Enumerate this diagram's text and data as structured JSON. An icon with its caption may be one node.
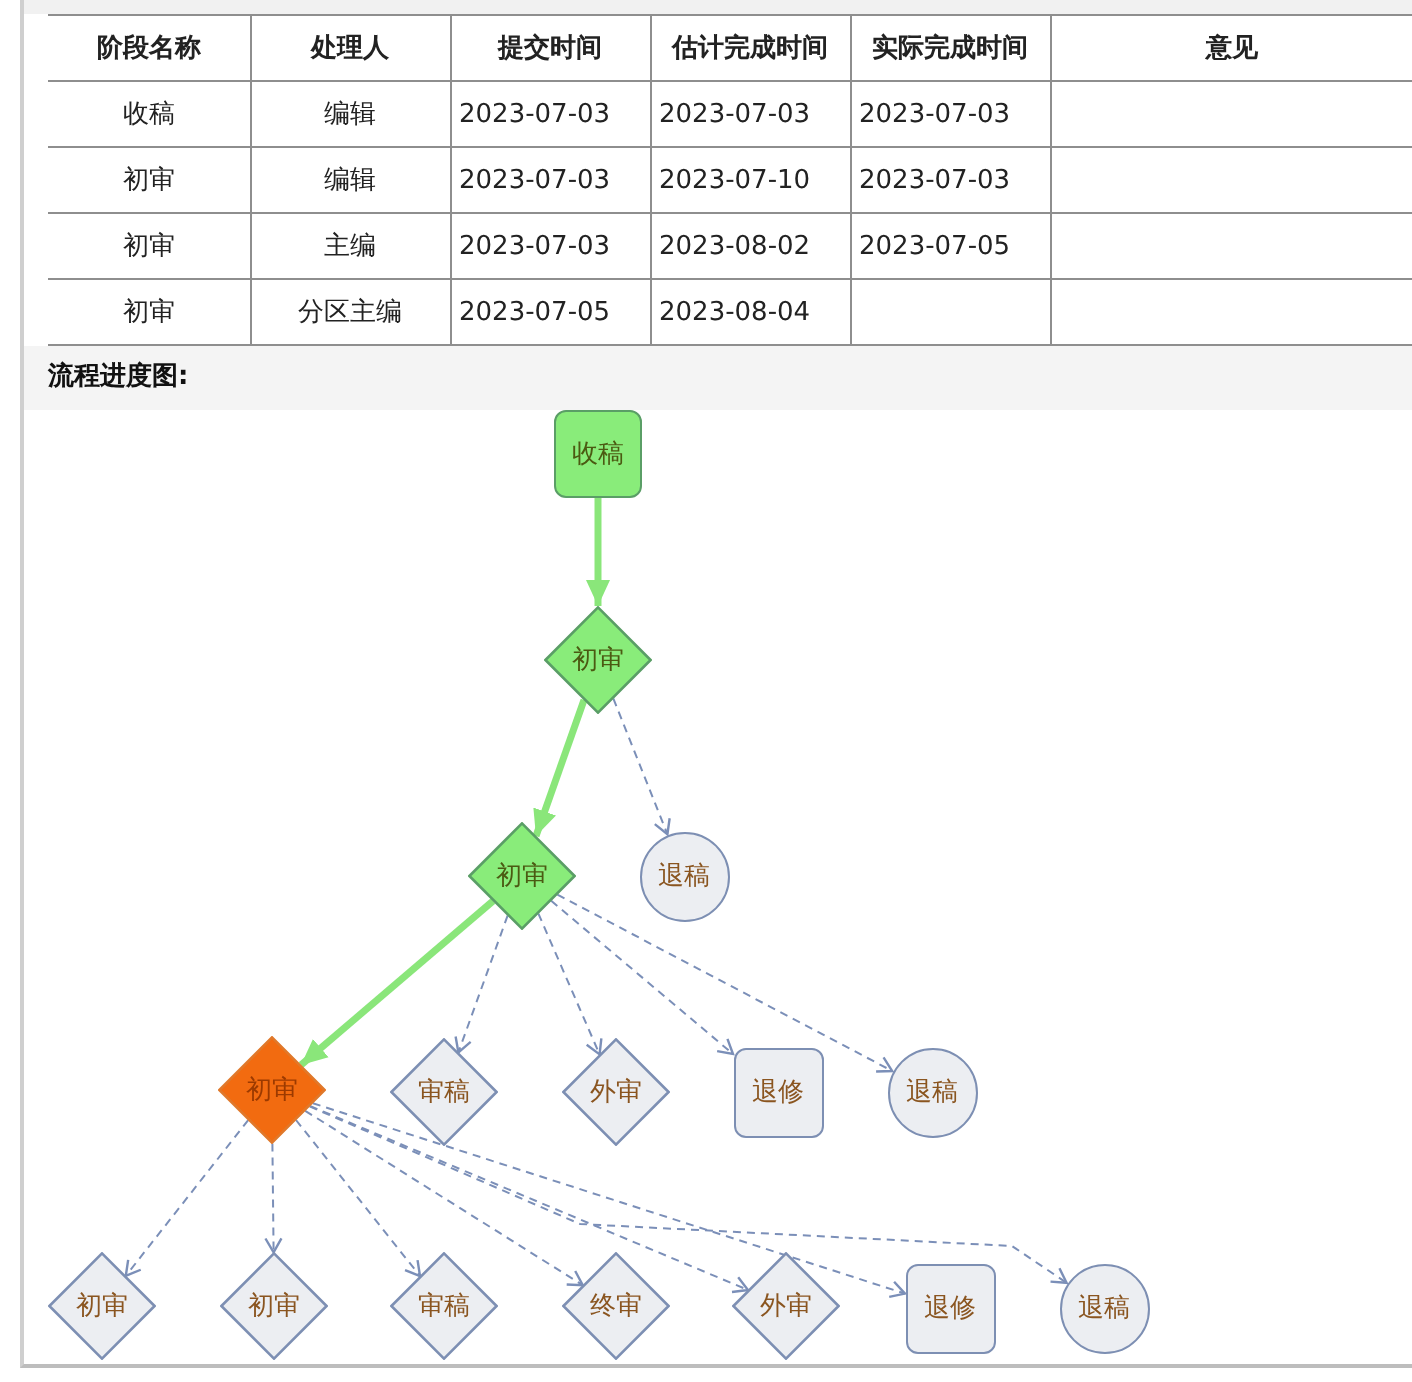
{
  "diagram": {
    "nodes": [
      {
        "text": [
          "收稿"
        ]
      },
      {
        "text": [
          "初审"
        ]
      },
      {
        "text": [
          "初审"
        ]
      },
      {
        "text": [
          "退稿"
        ]
      },
      {
        "text": [
          "初审"
        ]
      },
      {
        "text": [
          "审稿"
        ]
      },
      {
        "text": [
          "外审"
        ]
      },
      {
        "text": [
          "退修"
        ]
      },
      {
        "text": [
          "退稿"
        ]
      },
      {
        "text": [
          "初审"
        ]
      },
      {
        "text": [
          "初审"
        ]
      },
      {
        "text": [
          "审稿"
        ]
      },
      {
        "text": [
          "终审"
        ]
      },
      {
        "text": [
          "外审"
        ]
      },
      {
        "text": [
          "退修"
        ]
      },
      {
        "text": [
          "退稿"
        ]
      }
    ],
    "edges": [
      {
        "from": 0,
        "to": 1,
        "arrow": "to",
        "style": "thick",
        "color": "#8ae67a"
      },
      {
        "from": 1,
        "to": 2,
        "arrow": "to",
        "style": "thick",
        "color": "#8ae67a"
      },
      {
        "from": 1,
        "to": 3,
        "arrow": "to",
        "style": "dashed"
      },
      {
        "from": 2,
        "to": 4,
        "arrow": "to",
        "style": "thick",
        "color": "#8ae67a"
      },
      {
        "from": 2,
        "to": 5,
        "arrow": "to",
        "style": "dashed"
      },
      {
        "from": 2,
        "to": 6,
        "arrow": "to",
        "style": "dashed"
      },
      {
        "from": 2,
        "to": 7,
        "arrow": "to",
        "style": "dashed"
      },
      {
        "from": 2,
        "to": 8,
        "arrow": "to",
        "style": "dashed"
      },
      {
        "from": 4,
        "to": 9,
        "arrow": "to",
        "style": "dashed"
      },
      {
        "from": 4,
        "to": 10,
        "arrow": "to",
        "style": "dashed"
      },
      {
        "from": 4,
        "to": 11,
        "arrow": "to",
        "style": "dashed"
      },
      {
        "from": 4,
        "to": 12,
        "arrow": "to",
        "style": "dashed"
      },
      {
        "from": 4,
        "to": 13,
        "arrow": "to",
        "style": "dashed"
      },
      {
        "from": 4,
        "to": 14,
        "arrow": "to",
        "style": "dashed"
      },
      {
        "from": 4,
        "to": 15,
        "arrow": "to",
        "style": "dashed"
      }
    ],
    "labels": [
      "阶段名称",
      "处理人",
      "提交时间",
      "估计完成时间",
      "实际完成时间",
      "意见",
      "收稿",
      "编辑",
      "2023-07-03",
      "2023-07-03",
      "2023-07-03",
      "初审",
      "编辑",
      "2023-07-03",
      "2023-07-10",
      "2023-07-03",
      "初审",
      "主编",
      "2023-07-03",
      "2023-08-02",
      "2023-07-05",
      "初审",
      "分区主编",
      "2023-07-05",
      "2023-08-04",
      "流程进度图:"
    ]
  }
}
